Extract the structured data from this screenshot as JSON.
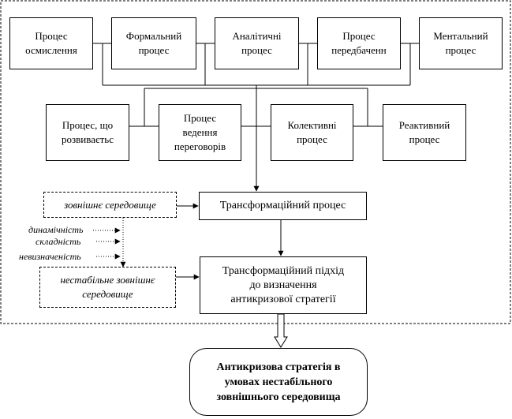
{
  "processes_top": [
    "Процес\nосмислення",
    "Формальний\nпроцес",
    "Аналітичні\nпроцес",
    "Процес\nпередбаченн",
    "Ментальний\nпроцес"
  ],
  "processes_bottom": [
    "Процес, що\nрозвиваєтьс",
    "Процес\nведення\nпереговорів",
    "Колективні\nпроцес",
    "Реактивний\nпроцес"
  ],
  "transformation_process": "Трансформаційний процес",
  "external_environment": "зовнішнє середовище",
  "factors": [
    "динамічність",
    "складність",
    "невизначеність"
  ],
  "unstable_environment": "нестабільне зовнішнє\nсередовище",
  "transformation_approach": "Трансформаційний підхід\nдо визначення\nантикризової стратегії",
  "result_strategy": "Антикризова стратегія в\nумовах нестабільного\nзовнішнього середовища"
}
